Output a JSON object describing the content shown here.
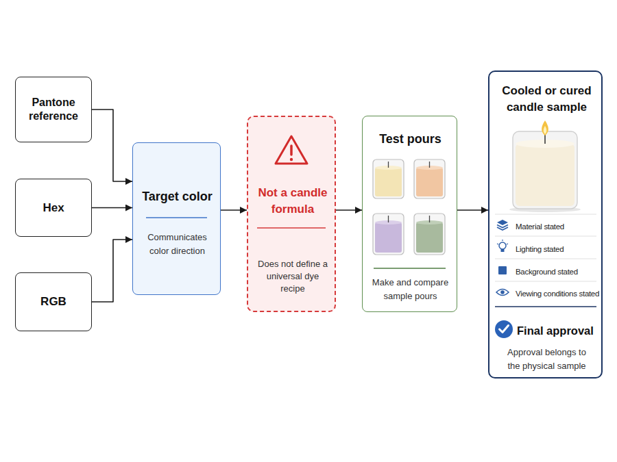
{
  "diagram": {
    "nodes": [
      {
        "text": [
          "Pantone reference"
        ]
      },
      {
        "text": [
          "Hex"
        ]
      },
      {
        "text": [
          "RGB"
        ]
      },
      {
        "text": [
          "Target color",
          "Communicates color direction"
        ]
      },
      {
        "text": [
          "Not a candle formula",
          "Does not define a universal dye recipe"
        ]
      },
      {
        "text": [
          "Test pours",
          "Make and compare sample pours"
        ]
      },
      {
        "text": [
          "Cooled or cured candle sample",
          "Material stated",
          "Lighting stated",
          "Background stated",
          "Viewing conditions stated",
          "Final approval",
          "Approval belongs to the physical sample"
        ]
      }
    ],
    "edges": [
      {
        "from": 0,
        "to": 3,
        "arrow": "to"
      },
      {
        "from": 1,
        "to": 3,
        "arrow": "to"
      },
      {
        "from": 2,
        "to": 3,
        "arrow": "to"
      },
      {
        "from": 3,
        "to": 4,
        "arrow": "to"
      },
      {
        "from": 4,
        "to": 5,
        "arrow": "to"
      },
      {
        "from": 5,
        "to": 6,
        "arrow": "to"
      }
    ]
  }
}
